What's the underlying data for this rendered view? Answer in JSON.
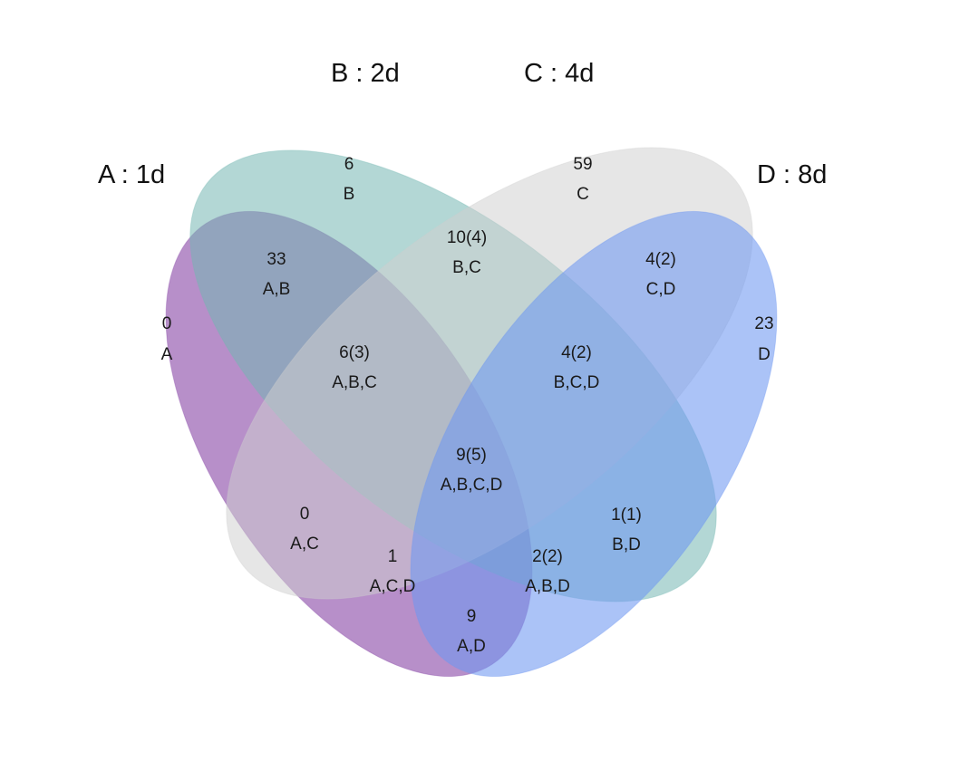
{
  "sets": [
    {
      "id": "A",
      "title": "A : 1d",
      "color": "#8a4aa8"
    },
    {
      "id": "B",
      "title": "B : 2d",
      "color": "#74b6b2"
    },
    {
      "id": "C",
      "title": "C : 4d",
      "color": "#cfcfcf"
    },
    {
      "id": "D",
      "title": "D : 8d",
      "color": "#6f98f2"
    }
  ],
  "regions": [
    {
      "key": "A",
      "count": "0",
      "label": "A"
    },
    {
      "key": "B",
      "count": "6",
      "label": "B"
    },
    {
      "key": "C",
      "count": "59",
      "label": "C"
    },
    {
      "key": "D",
      "count": "23",
      "label": "D"
    },
    {
      "key": "AB",
      "count": "33",
      "label": "A,B"
    },
    {
      "key": "BC",
      "count": "10(4)",
      "label": "B,C"
    },
    {
      "key": "CD",
      "count": "4(2)",
      "label": "C,D"
    },
    {
      "key": "ABC",
      "count": "6(3)",
      "label": "A,B,C"
    },
    {
      "key": "BCD",
      "count": "4(2)",
      "label": "B,C,D"
    },
    {
      "key": "ABCD",
      "count": "9(5)",
      "label": "A,B,C,D"
    },
    {
      "key": "AC",
      "count": "0",
      "label": "A,C"
    },
    {
      "key": "BD",
      "count": "1(1)",
      "label": "B,D"
    },
    {
      "key": "ACD",
      "count": "1",
      "label": "A,C,D"
    },
    {
      "key": "ABD",
      "count": "2(2)",
      "label": "A,B,D"
    },
    {
      "key": "AD",
      "count": "9",
      "label": "A,D"
    }
  ]
}
